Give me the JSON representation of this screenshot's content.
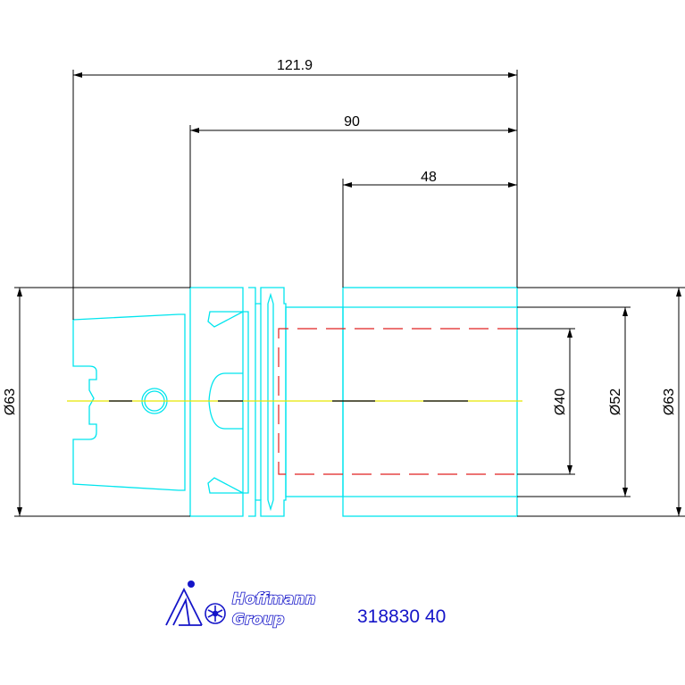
{
  "dimensions": {
    "overall_length": "121.9",
    "shank_length": "90",
    "bore_depth": "48",
    "outer_diameter_left": "Ø63",
    "bore_diameter": "Ø40",
    "sleeve_diameter": "Ø52",
    "outer_diameter_right": "Ø63"
  },
  "logo": {
    "line1": "Hoffmann",
    "line2": "Group"
  },
  "part_number": "318830 40",
  "colors": {
    "dimension": "#000000",
    "outline": "#00e5ee",
    "hidden_bore": "#e02020",
    "centerline": "#e6e600",
    "brand": "#1414c8"
  }
}
